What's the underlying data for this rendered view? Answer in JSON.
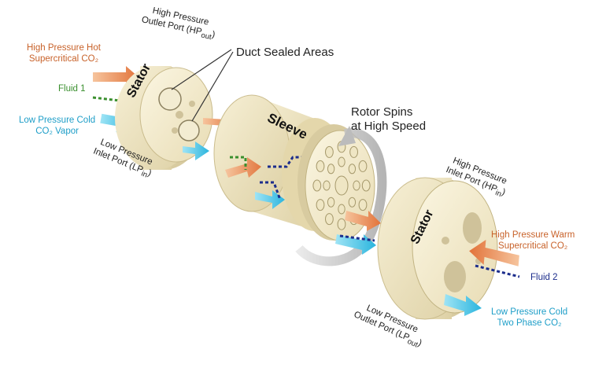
{
  "labels": {
    "hp_hot_line1": "High Pressure Hot",
    "hp_hot_line2": "Supercritical CO₂",
    "hp_outlet_line1": "High Pressure",
    "hp_outlet_line2": "Outlet Port (HP",
    "hp_outlet_sub": "out",
    "duct_sealed": "Duct Sealed Areas",
    "fluid1": "Fluid 1",
    "lp_cold_vapor_line1": "Low Pressure Cold",
    "lp_cold_vapor_line2": "CO₂ Vapor",
    "lp_inlet_line1": "Low Pressure",
    "lp_inlet_line2": "Inlet Port (LP",
    "lp_inlet_sub": "in",
    "stator_left": "Stator",
    "sleeve": "Sleeve",
    "rotor_line1": "Rotor Spins",
    "rotor_line2": "at High Speed",
    "hp_inlet_line1": "High Pressure",
    "hp_inlet_line2": "Inlet Port (HP",
    "hp_inlet_sub": "in",
    "stator_right": "Stator",
    "hp_warm_line1": "High Pressure Warm",
    "hp_warm_line2": "Supercritical CO₂",
    "fluid2": "Fluid 2",
    "lp_outlet_line1": "Low Pressure",
    "lp_outlet_line2": "Outlet Port (LP",
    "lp_outlet_sub": "out",
    "lp_two_phase_line1": "Low Pressure Cold",
    "lp_two_phase_line2": "Two Phase CO₂"
  },
  "colors": {
    "hot_flow": "#e8854a",
    "cold_flow": "#3cc3e6",
    "fluid1_line": "#3a8f2e",
    "fluid2_line": "#1c2d8c",
    "component_body": "#efe6c4",
    "component_shadow": "#d8cba0"
  }
}
